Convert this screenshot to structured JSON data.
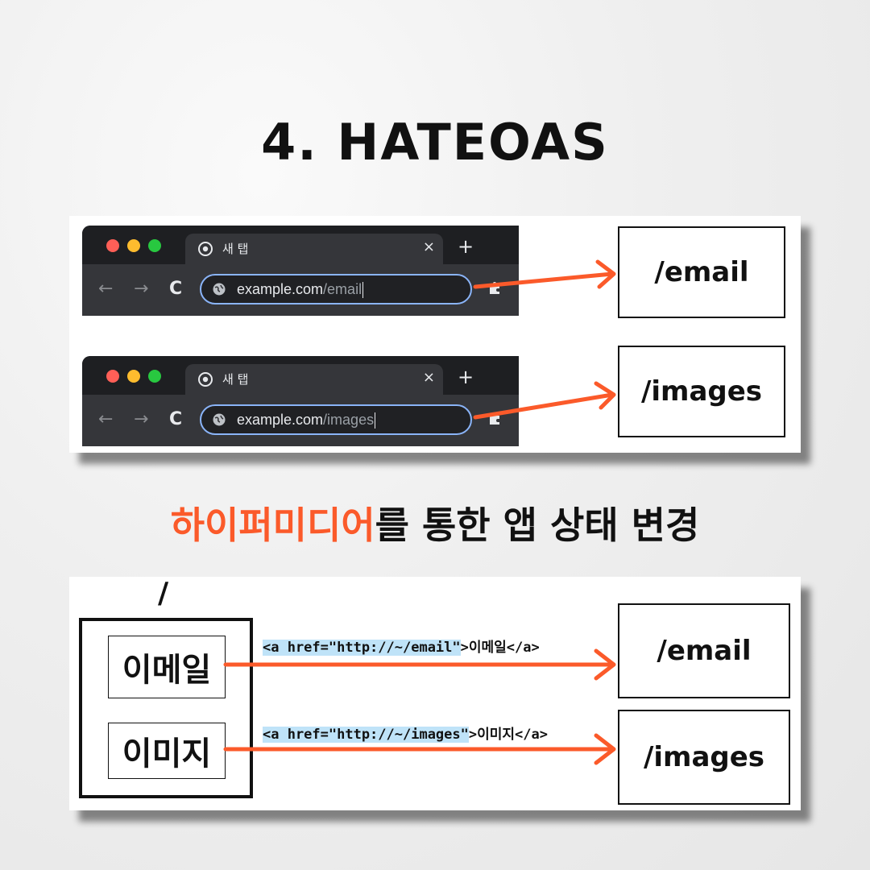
{
  "title": "4. HATEOAS",
  "browsers": [
    {
      "tab_title": "새 탭",
      "tab_close": "×",
      "new_tab": "+",
      "url_host": "example.com",
      "url_path": "/email"
    },
    {
      "tab_title": "새 탭",
      "tab_close": "×",
      "new_tab": "+",
      "url_host": "example.com",
      "url_path": "/images"
    }
  ],
  "browser_nav": {
    "back": "←",
    "forward": "→",
    "reload": "C"
  },
  "browser_targets": [
    "/email",
    "/images"
  ],
  "subtitle": {
    "accent": "하이퍼미디어",
    "rest": "를 통한 앱 상태 변경"
  },
  "root_label": "/",
  "links": [
    {
      "label": "이메일",
      "code_highlight": "<a href=\"http://~/email\"",
      "code_rest": ">이메일</a>",
      "target": "/email"
    },
    {
      "label": "이미지",
      "code_highlight": "<a href=\"http://~/images\"",
      "code_rest": ">이미지</a>",
      "target": "/images"
    }
  ],
  "colors": {
    "accent": "#fb5a2a",
    "omnibox_border": "#8ab4f8",
    "code_highlight": "#bfe3f8",
    "traffic_red": "#ff5f57",
    "traffic_yellow": "#febc2e",
    "traffic_green": "#28c840"
  }
}
